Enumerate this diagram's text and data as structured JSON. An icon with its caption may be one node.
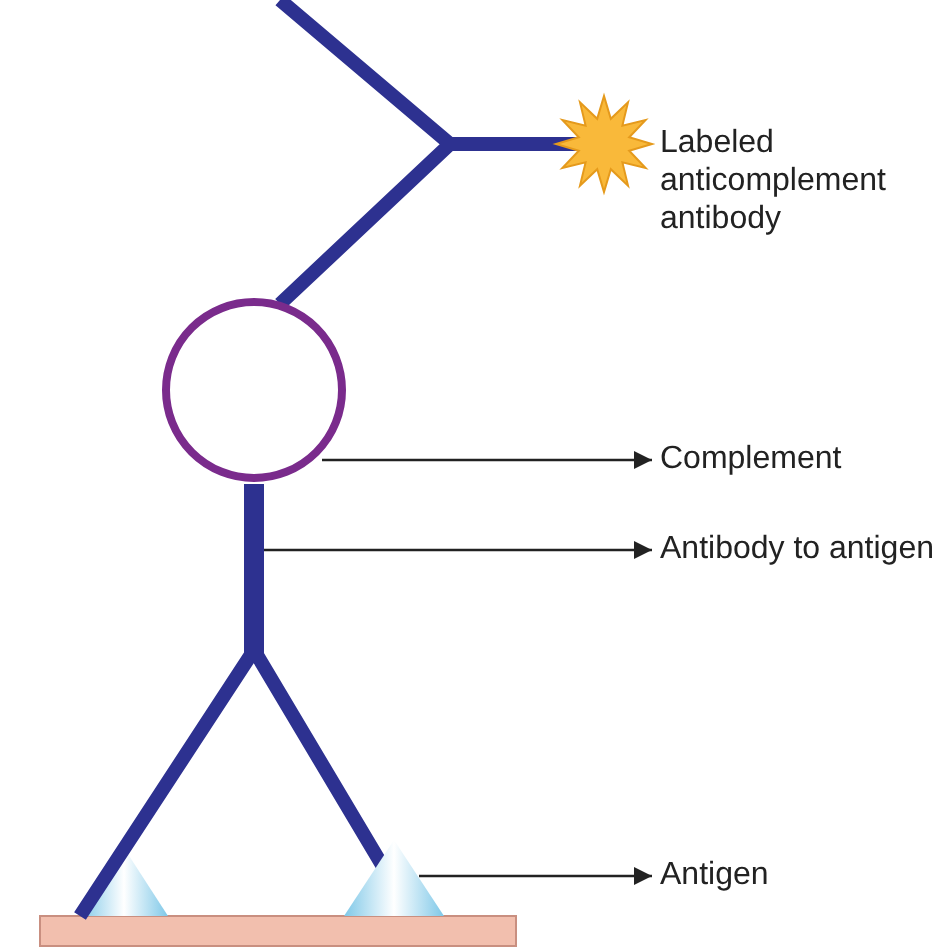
{
  "diagram": {
    "nodes": [
      {
        "text": [],
        "shape": "circle"
      },
      {
        "text": [
          "Complement"
        ]
      },
      {
        "text": [],
        "shape": "bar"
      },
      {
        "text": [
          "Antibody to antigen"
        ]
      },
      {
        "text": [],
        "shape": "triangle"
      },
      {
        "text": [
          "Antigen"
        ]
      }
    ],
    "edges": [
      {
        "from": 0,
        "to": 1,
        "arrow": "to"
      },
      {
        "from": 2,
        "to": 3,
        "arrow": "to"
      },
      {
        "from": 4,
        "to": 5,
        "arrow": "to"
      }
    ],
    "labels": [
      "Labeled anticomplement antibody"
    ]
  }
}
